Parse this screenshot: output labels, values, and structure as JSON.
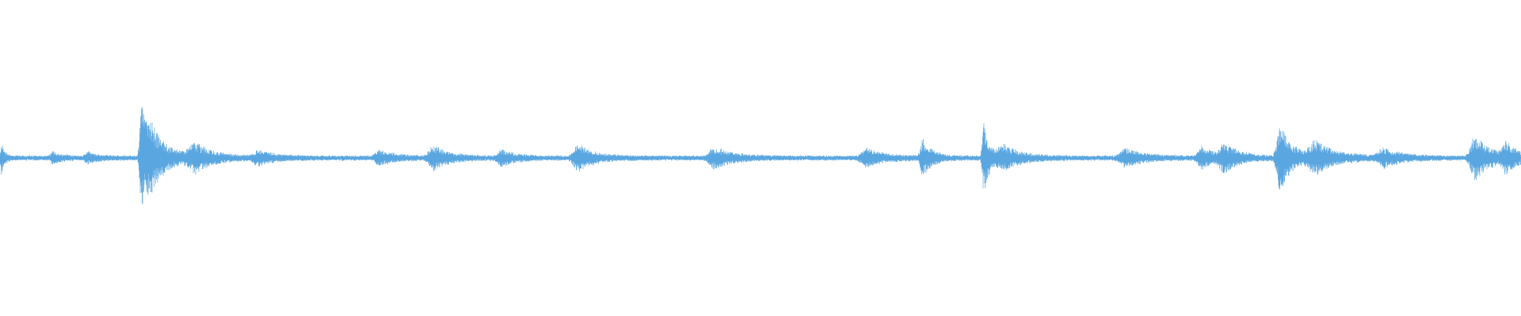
{
  "waveform": {
    "color": "#5aa6e0",
    "background": "#ffffff",
    "baseline_level": 0.012,
    "noise_level": 0.02,
    "bursts": [
      {
        "position": 0.001,
        "amplitude": 0.1,
        "spread": 0.002
      },
      {
        "position": 0.035,
        "amplitude": 0.03,
        "spread": 0.006
      },
      {
        "position": 0.058,
        "amplitude": 0.03,
        "spread": 0.006
      },
      {
        "position": 0.093,
        "amplitude": 0.34,
        "spread": 0.004
      },
      {
        "position": 0.1,
        "amplitude": 0.16,
        "spread": 0.012
      },
      {
        "position": 0.128,
        "amplitude": 0.08,
        "spread": 0.012
      },
      {
        "position": 0.17,
        "amplitude": 0.04,
        "spread": 0.01
      },
      {
        "position": 0.25,
        "amplitude": 0.04,
        "spread": 0.01
      },
      {
        "position": 0.285,
        "amplitude": 0.07,
        "spread": 0.01
      },
      {
        "position": 0.33,
        "amplitude": 0.04,
        "spread": 0.01
      },
      {
        "position": 0.38,
        "amplitude": 0.08,
        "spread": 0.01
      },
      {
        "position": 0.47,
        "amplitude": 0.06,
        "spread": 0.012
      },
      {
        "position": 0.57,
        "amplitude": 0.05,
        "spread": 0.012
      },
      {
        "position": 0.607,
        "amplitude": 0.11,
        "spread": 0.006
      },
      {
        "position": 0.647,
        "amplitude": 0.22,
        "spread": 0.004
      },
      {
        "position": 0.66,
        "amplitude": 0.07,
        "spread": 0.012
      },
      {
        "position": 0.74,
        "amplitude": 0.05,
        "spread": 0.012
      },
      {
        "position": 0.79,
        "amplitude": 0.07,
        "spread": 0.008
      },
      {
        "position": 0.805,
        "amplitude": 0.08,
        "spread": 0.01
      },
      {
        "position": 0.842,
        "amplitude": 0.2,
        "spread": 0.008
      },
      {
        "position": 0.865,
        "amplitude": 0.09,
        "spread": 0.014
      },
      {
        "position": 0.91,
        "amplitude": 0.05,
        "spread": 0.012
      },
      {
        "position": 0.97,
        "amplitude": 0.14,
        "spread": 0.01
      },
      {
        "position": 0.99,
        "amplitude": 0.08,
        "spread": 0.008
      }
    ]
  }
}
